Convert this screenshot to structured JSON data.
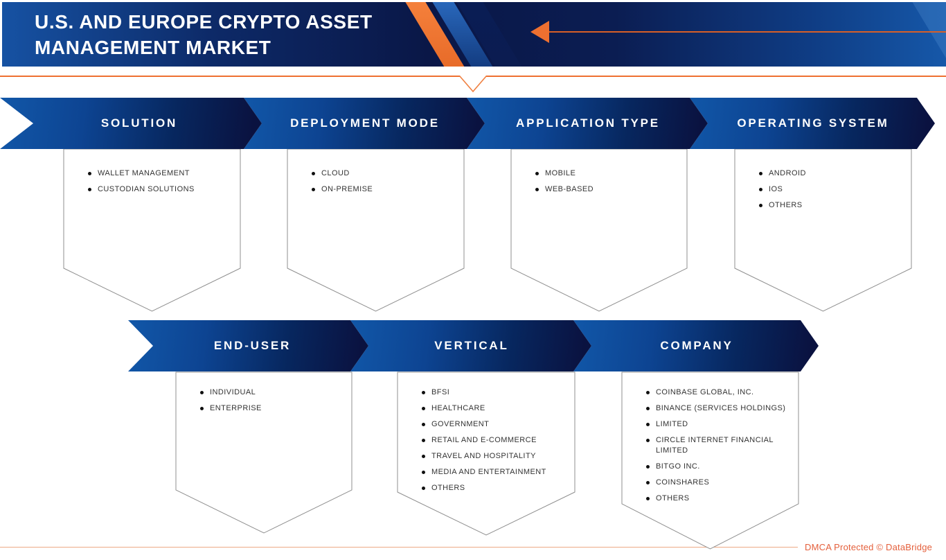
{
  "header": {
    "title_line1": "U.S. AND EUROPE CRYPTO ASSET",
    "title_line2": "MANAGEMENT MARKET"
  },
  "segmentation_rows": [
    {
      "segments": [
        {
          "label": "SOLUTION",
          "items": [
            "WALLET MANAGEMENT",
            "CUSTODIAN SOLUTIONS"
          ]
        },
        {
          "label": "DEPLOYMENT MODE",
          "items": [
            "CLOUD",
            "ON-PREMISE"
          ]
        },
        {
          "label": "APPLICATION TYPE",
          "items": [
            "MOBILE",
            "WEB-BASED"
          ]
        },
        {
          "label": "OPERATING SYSTEM",
          "items": [
            "ANDROID",
            "IOS",
            "OTHERS"
          ]
        }
      ]
    },
    {
      "segments": [
        {
          "label": "END-USER",
          "items": [
            "INDIVIDUAL",
            "ENTERPRISE"
          ]
        },
        {
          "label": "VERTICAL",
          "items": [
            "BFSI",
            "HEALTHCARE",
            "GOVERNMENT",
            "RETAIL AND E-COMMERCE",
            "TRAVEL AND HOSPITALITY",
            "MEDIA AND ENTERTAINMENT",
            "OTHERS"
          ]
        },
        {
          "label": "COMPANY",
          "items": [
            "COINBASE GLOBAL, INC.",
            "BINANCE (SERVICES HOLDINGS)",
            "LIMITED",
            "CIRCLE INTERNET FINANCIAL LIMITED",
            "BITGO INC.",
            "COINSHARES",
            "OTHERS"
          ]
        }
      ]
    }
  ],
  "footer": {
    "dmca_text": "DMCA Protected © DataBridge"
  },
  "colors": {
    "accent_orange": "#ee7030",
    "banner_blue": "#1156a7",
    "banner_navy": "#0a1240",
    "header_navy": "#0a1747",
    "footer_text_orange": "#e45f3b",
    "box_border_gray": "#8f8f8f",
    "bullet_text": "#333333"
  }
}
